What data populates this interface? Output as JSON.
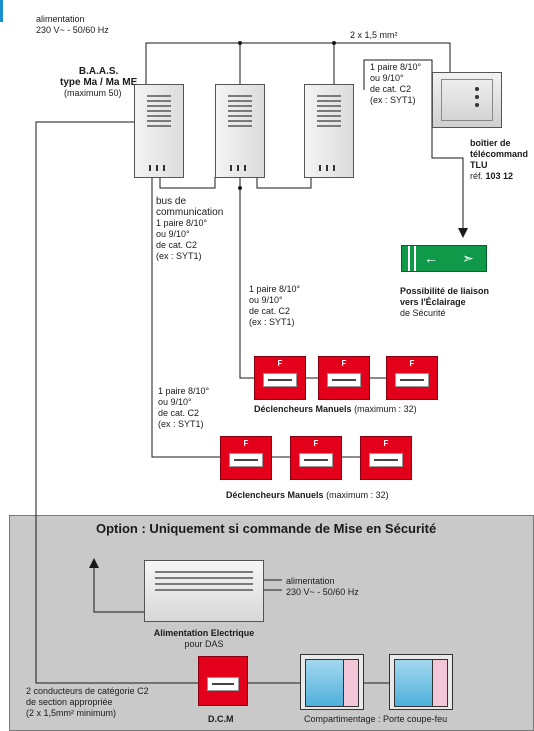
{
  "supply": {
    "line1": "alimentation",
    "line2": "230 V~ - 50/60 Hz"
  },
  "baas": {
    "line1": "B.A.A.S.",
    "line2": "type Ma / Ma ME",
    "line3": "(maximum 50)"
  },
  "cable_top": "2 x 1,5 mm²",
  "pair_top": [
    "1 paire 8/10°",
    "ou 9/10°",
    "de cat. C2",
    "(ex : SYT1)"
  ],
  "bus": [
    "bus de",
    "communication",
    "1 paire 8/10°",
    "ou 9/10°",
    "de cat. C2",
    "(ex : SYT1)"
  ],
  "pair_mid": [
    "1 paire 8/10°",
    "ou 9/10°",
    "de cat. C2",
    "(ex : SYT1)"
  ],
  "pair_low": [
    "1 paire 8/10°",
    "ou 9/10°",
    "de cat. C2",
    "(ex : SYT1)"
  ],
  "tlu": {
    "line1": "boîtier de",
    "line2": "télécommand",
    "line3": "TLU",
    "ref_prefix": "réf.",
    "ref_value": "103 12"
  },
  "lighting": {
    "line1": "Possibilité de liaison",
    "line2": "vers l'Éclairage",
    "line3": "de Sécurité"
  },
  "dm_rows": [
    {
      "label": "Déclencheurs Manuels",
      "note": "(maximum : 32)"
    },
    {
      "label": "Déclencheurs Manuels",
      "note": "(maximum : 32)"
    }
  ],
  "dm_letter": "F",
  "option": {
    "title": "Option : Uniquement si commande de Mise en Sécurité",
    "psu_supply": [
      "alimentation",
      "230 V~ - 50/60 Hz"
    ],
    "psu_label": "Alimentation Electrique",
    "psu_sub": "pour DAS",
    "conductors": [
      "2 conducteurs de catégorie C2",
      "de section appropriée",
      "(2 x 1,5mm² minimum)"
    ],
    "dcm": "D.C.M",
    "compart": "Compartimentage : Porte coupe-feu"
  }
}
